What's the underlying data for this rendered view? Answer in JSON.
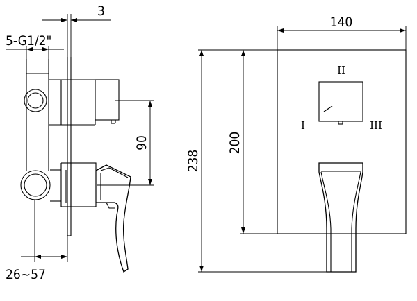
{
  "side_view": {
    "dim_wall": "3",
    "dim_thread": "5-G1/2\"",
    "dim_spacing": "90",
    "dim_depth": "26~57"
  },
  "front_view": {
    "dim_width": "140",
    "dim_height_plate": "200",
    "dim_height_total": "238",
    "positions": {
      "left": "I",
      "top": "II",
      "right": "III"
    }
  }
}
